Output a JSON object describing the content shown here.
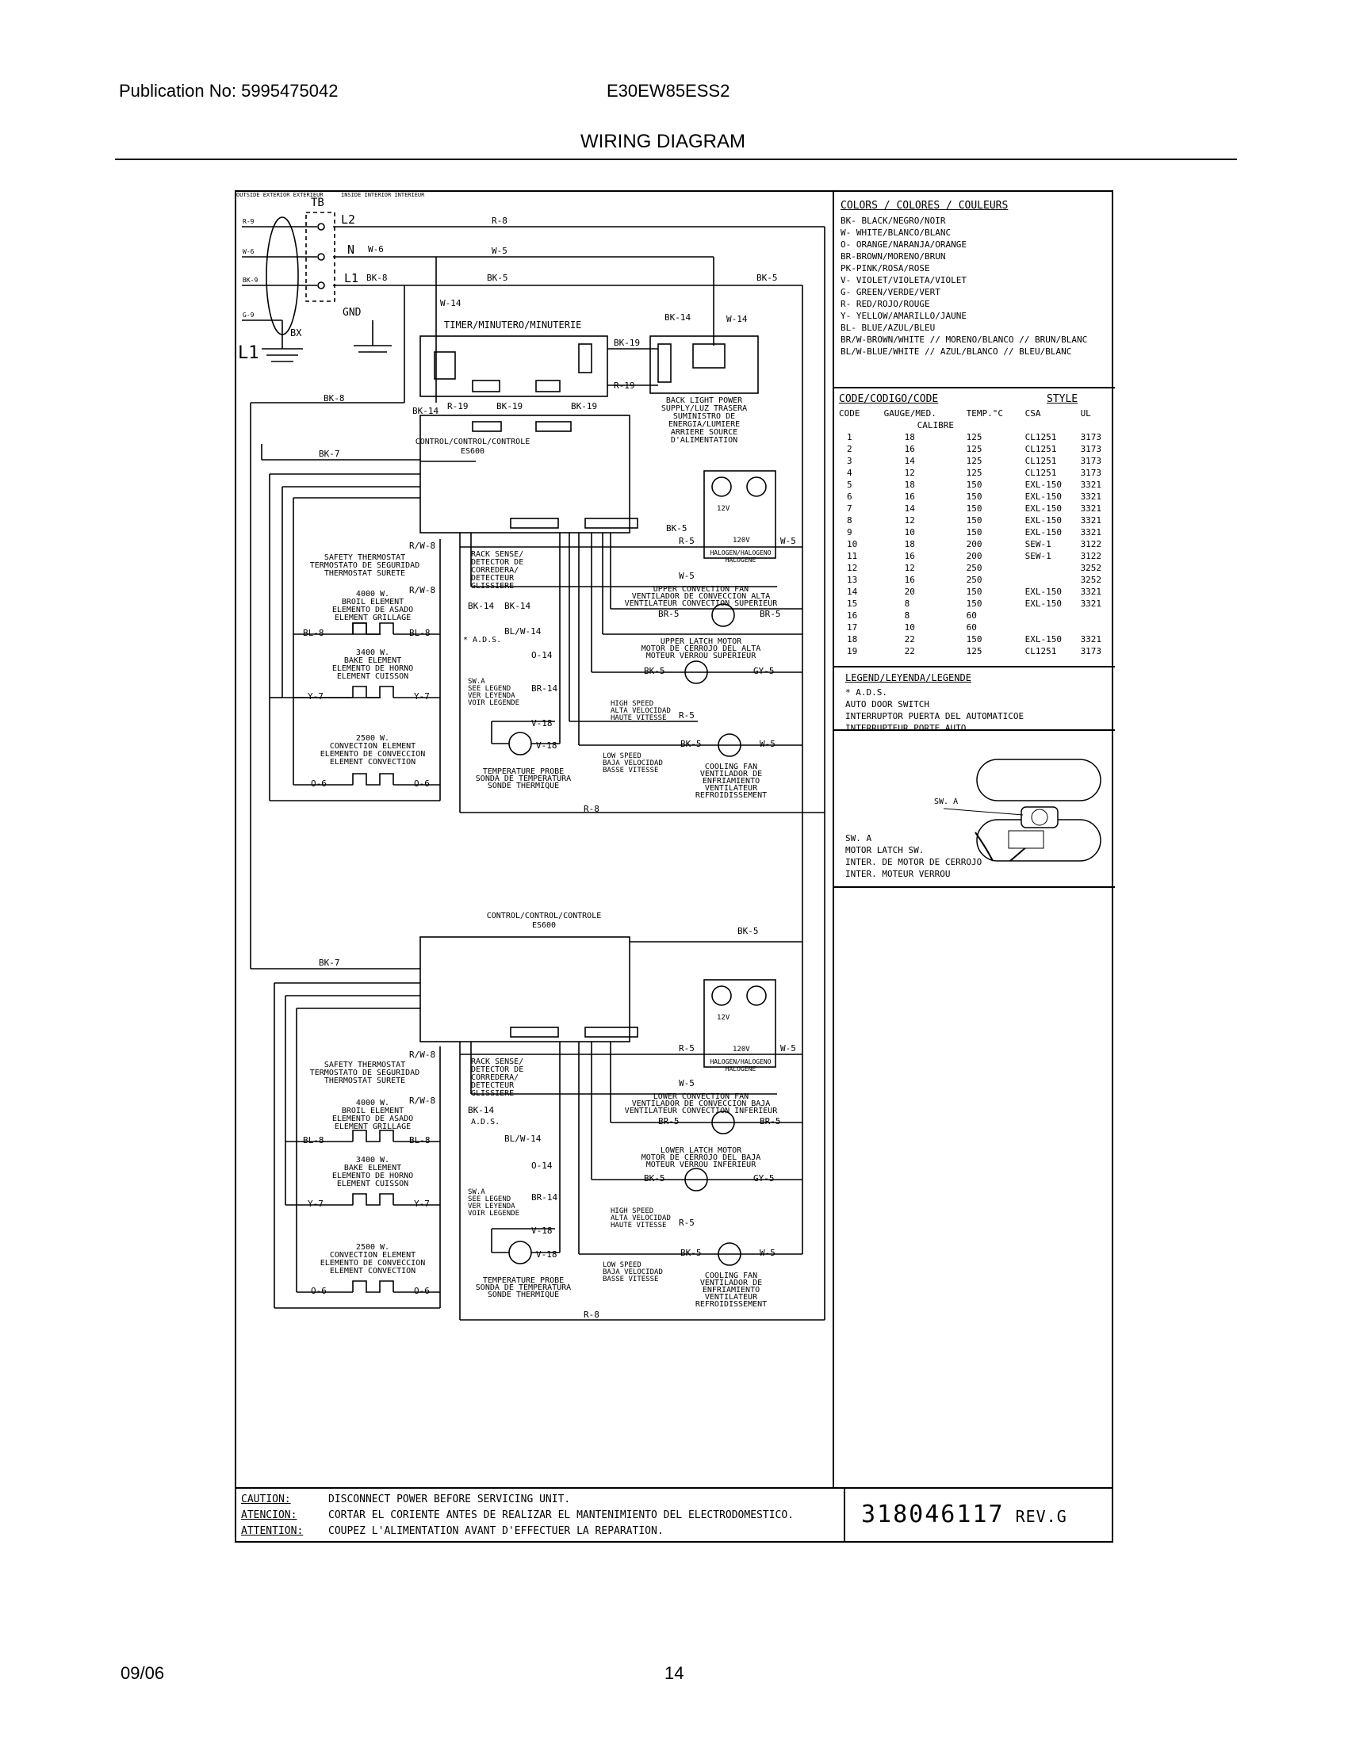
{
  "header": {
    "publication": "Publication No: 5995475042",
    "model": "E30EW85ESS2",
    "title": "WIRING DIAGRAM"
  },
  "footer": {
    "date": "09/06",
    "page": "14"
  },
  "colors_legend": {
    "title": "COLORS / COLORES / COULEURS",
    "items": [
      "BK- BLACK/NEGRO/NOIR",
      "W- WHITE/BLANCO/BLANC",
      "O- ORANGE/NARANJA/ORANGE",
      "BR-BROWN/MORENO/BRUN",
      "PK-PINK/ROSA/ROSE",
      "V- VIOLET/VIOLETA/VIOLET",
      "G- GREEN/VERDE/VERT",
      "R- RED/ROJO/ROUGE",
      "Y- YELLOW/AMARILLO/JAUNE",
      "BL- BLUE/AZUL/BLEU",
      "BR/W-BROWN/WHITE // MORENO/BLANCO // BRUN/BLANC",
      "BL/W-BLUE/WHITE // AZUL/BLANCO // BLEU/BLANC"
    ]
  },
  "codes_table": {
    "title": "CODE/CODIGO/CODE",
    "style_label": "STYLE",
    "headers": [
      "CODE",
      "GAUGE/MED.",
      "TEMP.°C",
      "CSA",
      "UL"
    ],
    "calibre": "CALIBRE",
    "rows": [
      [
        "1",
        "18",
        "125",
        "CL1251",
        "3173"
      ],
      [
        "2",
        "16",
        "125",
        "CL1251",
        "3173"
      ],
      [
        "3",
        "14",
        "125",
        "CL1251",
        "3173"
      ],
      [
        "4",
        "12",
        "125",
        "CL1251",
        "3173"
      ],
      [
        "5",
        "18",
        "150",
        "EXL-150",
        "3321"
      ],
      [
        "6",
        "16",
        "150",
        "EXL-150",
        "3321"
      ],
      [
        "7",
        "14",
        "150",
        "EXL-150",
        "3321"
      ],
      [
        "8",
        "12",
        "150",
        "EXL-150",
        "3321"
      ],
      [
        "9",
        "10",
        "150",
        "EXL-150",
        "3321"
      ],
      [
        "10",
        "18",
        "200",
        "SEW-1",
        "3122"
      ],
      [
        "11",
        "16",
        "200",
        "SEW-1",
        "3122"
      ],
      [
        "12",
        "12",
        "250",
        "",
        "3252"
      ],
      [
        "13",
        "16",
        "250",
        "",
        "3252"
      ],
      [
        "14",
        "20",
        "150",
        "EXL-150",
        "3321"
      ],
      [
        "15",
        "8",
        "150",
        "EXL-150",
        "3321"
      ],
      [
        "16",
        "8",
        "60",
        "",
        ""
      ],
      [
        "17",
        "10",
        "60",
        "",
        ""
      ],
      [
        "18",
        "22",
        "150",
        "EXL-150",
        "3321"
      ],
      [
        "19",
        "22",
        "125",
        "CL1251",
        "3173"
      ]
    ]
  },
  "legend": {
    "title": "LEGEND/LEYENDA/LEGENDE",
    "lines": [
      "* A.D.S.",
      "AUTO DOOR SWITCH",
      "INTERRUPTOR PUERTA DEL AUTOMATICOE",
      "INTERRUPTEUR PORTE AUTO"
    ]
  },
  "latch": {
    "sw_a": "SW. A",
    "lines": [
      "SW. A",
      "MOTOR LATCH SW.",
      "INTER. DE MOTOR DE CERROJO",
      "INTER. MOTEUR VERROU"
    ]
  },
  "caution": {
    "rows": [
      {
        "label": "CAUTION:",
        "text": "DISCONNECT POWER BEFORE SERVICING UNIT."
      },
      {
        "label": "ATENCION:",
        "text": "CORTAR EL CORIENTE ANTES DE REALIZAR EL MANTENIMIENTO DEL ELECTRODOMESTICO."
      },
      {
        "label": "ATTENTION:",
        "text": "COUPEZ L'ALIMENTATION AVANT D'EFFECTUER LA REPARATION."
      }
    ],
    "part_number": "318046117",
    "rev": "REV.G"
  },
  "diagram": {
    "terminal_block": {
      "outside": "OUTSIDE EXTERIOR EXTERIEUR",
      "tb": "TB",
      "inside": "INSIDE INTERIOR INTERIEUR",
      "l2": "L2",
      "n": "N",
      "l1": "L1",
      "gnd": "GND",
      "bx": "BX",
      "l1_big": "L1",
      "left_wires": [
        "R-9",
        "W-6",
        "BK-9",
        "G-9"
      ]
    },
    "wire_labels": {
      "r8": "R-8",
      "w6": "W-6",
      "w5": "W-5",
      "bk8": "BK-8",
      "bk5": "BK-5",
      "w14": "W-14",
      "bk14": "BK-14",
      "bk19": "BK-19",
      "r19": "R-19",
      "bk7": "BK-7",
      "rw8": "R/W-8",
      "bl8": "BL-8",
      "y7": "Y-7",
      "o6": "O-6",
      "r5": "R-5",
      "br5": "BR-5",
      "gy5": "GY-5",
      "v18": "V-18",
      "o14": "O-14",
      "blw14": "BL/W-14",
      "br14": "BR-14"
    },
    "timer": "TIMER/MINUTERO/MINUTERIE",
    "backlight": [
      "BACK LIGHT POWER",
      "SUPPLY/LUZ TRASERA",
      "SUMINISTRO DE",
      "ENERGIA/LUMIERE",
      "ARRIERE SOURCE",
      "D'ALIMENTATION"
    ],
    "control_upper": [
      "CONTROL/CONTROL/CONTROLE",
      "ES600"
    ],
    "control_lower": [
      "CONTROL/CONTROL/CONTROLE",
      "ES600"
    ],
    "safety": [
      "SAFETY THERMOSTAT",
      "TERMOSTATO DE SEGURIDAD",
      "THERMOSTAT SURETE"
    ],
    "broil": [
      "4000 W.",
      "BROIL ELEMENT",
      "ELEMENTO DE ASADO",
      "ELEMENT GRILLAGE"
    ],
    "bake": [
      "3400 W.",
      "BAKE ELEMENT",
      "ELEMENTO DE HORNO",
      "ELEMENT CUISSON"
    ],
    "convection": [
      "2500 W.",
      "CONVECTION ELEMENT",
      "ELEMENTO DE CONVECCION",
      "ELEMENT CONVECTION"
    ],
    "rack_sense": [
      "RACK SENSE/",
      "DETECTOR DE",
      "CORREDERA/",
      "DETECTEUR",
      "GLISSIERE"
    ],
    "ads": "* A.D.S.",
    "ads_lower": "A.D.S.",
    "sw_a_note": [
      "SW.A",
      "SEE LEGEND",
      "VER LEYENDA",
      "VOIR LEGENDE"
    ],
    "high_speed": [
      "HIGH SPEED",
      "ALTA VELOCIDAD",
      "HAUTE VITESSE"
    ],
    "low_speed": [
      "LOW SPEED",
      "BAJA VELOCIDAD",
      "BASSE VITESSE"
    ],
    "temp_probe": [
      "TEMPERATURE PROBE",
      "SONDA DE TEMPERATURA",
      "SONDE THERMIQUE"
    ],
    "halogen": [
      "HALOGEN/HALOGENO",
      "HALOGENE"
    ],
    "upper_conv_fan": [
      "UPPER CONVECTION FAN",
      "VENTILADOR DE CONVECCION ALTA",
      "VENTILATEUR CONVECTION SUPERIEUR"
    ],
    "lower_conv_fan": [
      "LOWER CONVECTION FAN",
      "VENTILADOR DE CONVECCION BAJA",
      "VENTILATEUR CONVECTION INFERIEUR"
    ],
    "upper_latch": [
      "UPPER LATCH MOTOR",
      "MOTOR DE CERROJO DEL ALTA",
      "MOTEUR VERROU SUPERIEUR"
    ],
    "lower_latch": [
      "LOWER LATCH MOTOR",
      "MOTOR DE CERROJO DEL BAJA",
      "MOTEUR VERROU INFERIEUR"
    ],
    "cooling_fan": [
      "COOLING FAN",
      "VENTILADOR DE",
      "ENFRIAMIENTO",
      "VENTILATEUR",
      "REFROIDISSEMENT"
    ],
    "v120": "120V",
    "v12": "12V"
  }
}
